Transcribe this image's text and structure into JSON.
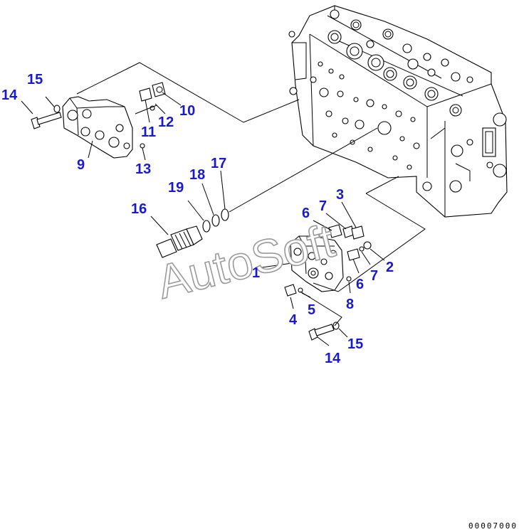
{
  "callouts": [
    "1",
    "2",
    "3",
    "4",
    "5",
    "6",
    "6",
    "7",
    "7",
    "8",
    "9",
    "10",
    "11",
    "12",
    "13",
    "14",
    "14",
    "15",
    "15",
    "16",
    "17",
    "18",
    "19"
  ],
  "watermark": "AutoSoft",
  "drawing_code": "00007000",
  "colors": {
    "callout": "#1a1acc",
    "line": "#000000",
    "watermark_outline": "#9a9a9a"
  }
}
